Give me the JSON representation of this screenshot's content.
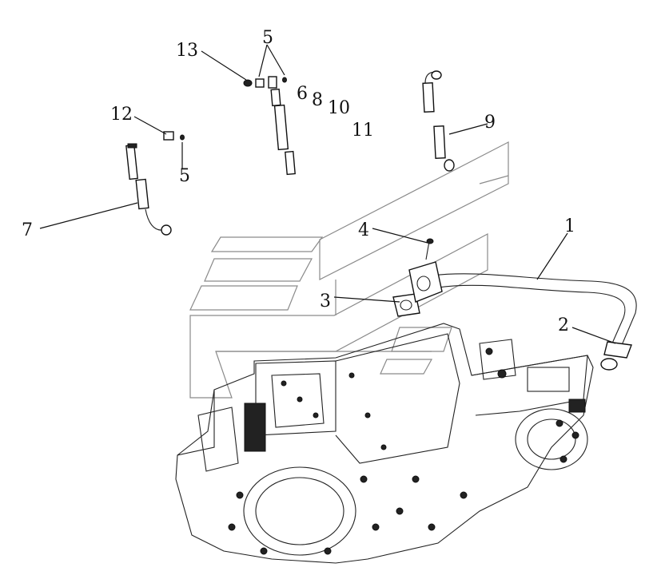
{
  "callouts": [
    {
      "id": "c1",
      "label": "1"
    },
    {
      "id": "c2",
      "label": "2"
    },
    {
      "id": "c3",
      "label": "3"
    },
    {
      "id": "c4",
      "label": "4"
    },
    {
      "id": "c5a",
      "label": "5"
    },
    {
      "id": "c5b",
      "label": "5"
    },
    {
      "id": "c6",
      "label": "6"
    },
    {
      "id": "c7",
      "label": "7"
    },
    {
      "id": "c8",
      "label": "8"
    },
    {
      "id": "c9",
      "label": "9"
    },
    {
      "id": "c10",
      "label": "10"
    },
    {
      "id": "c11",
      "label": "11"
    },
    {
      "id": "c12",
      "label": "12"
    },
    {
      "id": "c13",
      "label": "13"
    }
  ],
  "colors": {
    "ink": "#111111",
    "ghost": "#8a8a8a",
    "paper": "#ffffff"
  }
}
